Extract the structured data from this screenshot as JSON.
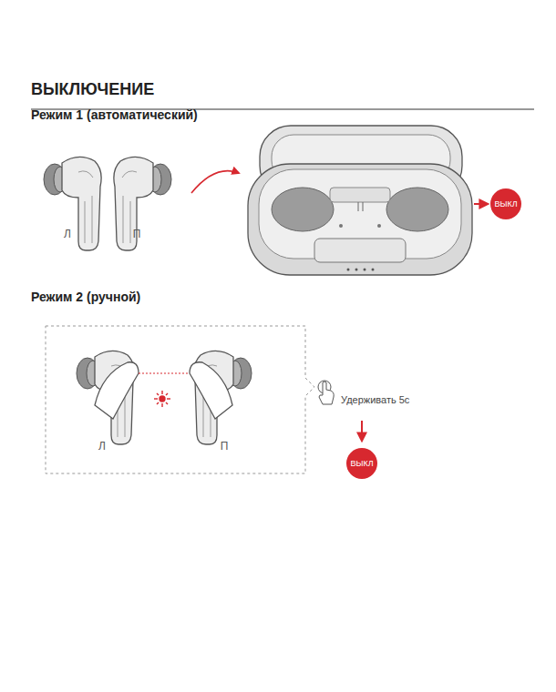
{
  "diagram": {
    "title": "ВЫКЛЮЧЕНИЕ",
    "nodes": [
      {
        "text": [
          "ВЫКЛ"
        ]
      },
      {
        "text": [
          "ВЫКЛ"
        ]
      }
    ],
    "labels": [
      "Режим 1 (автоматический)",
      "Л",
      "П",
      "Режим 2 (ручной)",
      "Л",
      "П",
      "Удерживать 5с"
    ]
  }
}
